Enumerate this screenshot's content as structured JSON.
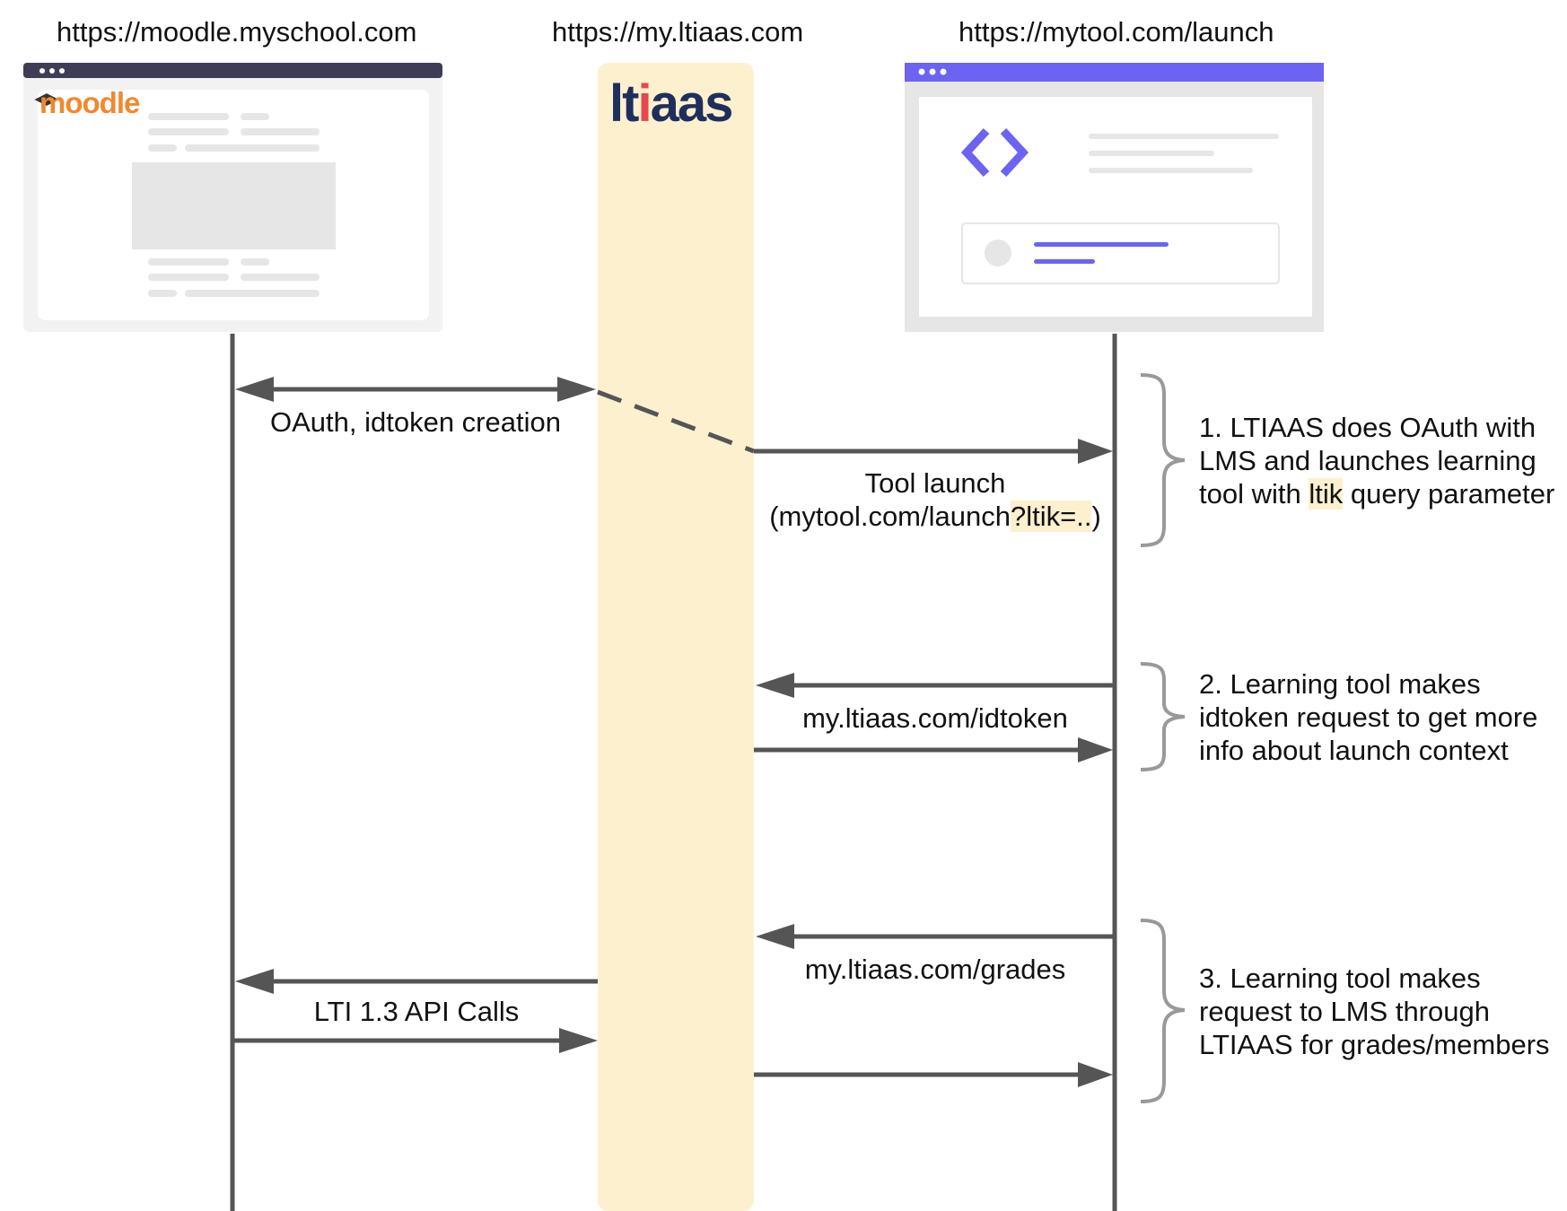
{
  "columns": {
    "lms": {
      "url": "https://moodle.myschool.com",
      "logo": "moodle"
    },
    "ltiaas": {
      "url": "https://my.ltiaas.com",
      "logo_main_a": "lt",
      "logo_accent": "i",
      "logo_main_b": "aas"
    },
    "tool": {
      "url": "https://mytool.com/launch"
    }
  },
  "messages": {
    "oauth": "OAuth, idtoken creation",
    "tool_launch_line1": "Tool launch",
    "tool_launch_line2_pre": "(mytool.com/launch",
    "tool_launch_line2_hl": "?ltik=..",
    "tool_launch_line2_post": ")",
    "idtoken": "my.ltiaas.com/idtoken",
    "grades": "my.ltiaas.com/grades",
    "lti_api": "LTI 1.3 API Calls"
  },
  "notes": {
    "step1_line1": "1. LTIAAS does OAuth with",
    "step1_line2": "LMS and launches learning",
    "step1_line3_pre": "tool with ",
    "step1_line3_hl": "ltik",
    "step1_line3_post": " query parameter",
    "step2_line1": "2. Learning tool makes",
    "step2_line2": "idtoken request to get more",
    "step2_line3": "info about launch context",
    "step3_line1": "3. Learning tool makes",
    "step3_line2": "request to LMS through",
    "step3_line3": "LTIAAS for grades/members"
  },
  "colors": {
    "lifeline": "#555555",
    "ltiaas_band": "#fdf0cf",
    "tool_accent": "#6c63f2",
    "moodle_orange": "#f0892f",
    "ltiaas_navy": "#1e2f5c",
    "ltiaas_red": "#e5484d",
    "highlight": "#fdf0cf"
  }
}
